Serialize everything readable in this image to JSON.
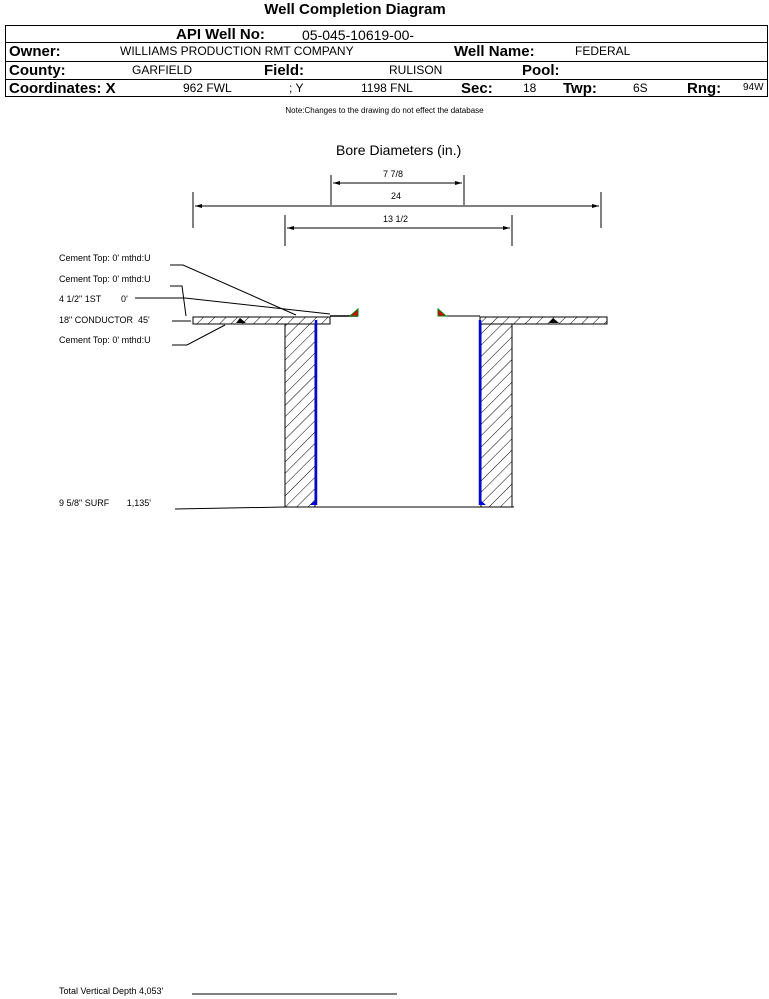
{
  "title": "Well Completion Diagram",
  "header": {
    "api_label": "API Well No:",
    "api_value": "05-045-10619-00-",
    "owner_label": "Owner:",
    "owner_value": "WILLIAMS PRODUCTION RMT COMPANY",
    "well_name_label": "Well Name:",
    "well_name_value": "FEDERAL",
    "county_label": "County:",
    "county_value": "GARFIELD",
    "field_label": "Field:",
    "field_value": "RULISON",
    "pool_label": "Pool:",
    "coord_label": "Coordinates: X",
    "x_value": "962 FWL",
    "y_label": "; Y",
    "y_value": "1198 FNL",
    "sec_label": "Sec:",
    "sec_value": "18",
    "twp_label": "Twp:",
    "twp_value": "6S",
    "rng_label": "Rng:",
    "rng_value": "94W"
  },
  "note": "Note:Changes to the drawing do not effect the database",
  "diagram": {
    "bore_title": "Bore Diameters (in.)",
    "dims": [
      "7 7/8",
      "24",
      "13 1/2"
    ],
    "labels": [
      "Cement Top: 0' mthd:U",
      "Cement Top: 0' mthd:U",
      "4 1/2\" 1ST        0'",
      "18\" CONDUCTOR  45'",
      "Cement Top: 0' mthd:U",
      "9 5/8\" SURF       1,135'"
    ],
    "total_depth": "Total Vertical Depth 4,053'"
  }
}
